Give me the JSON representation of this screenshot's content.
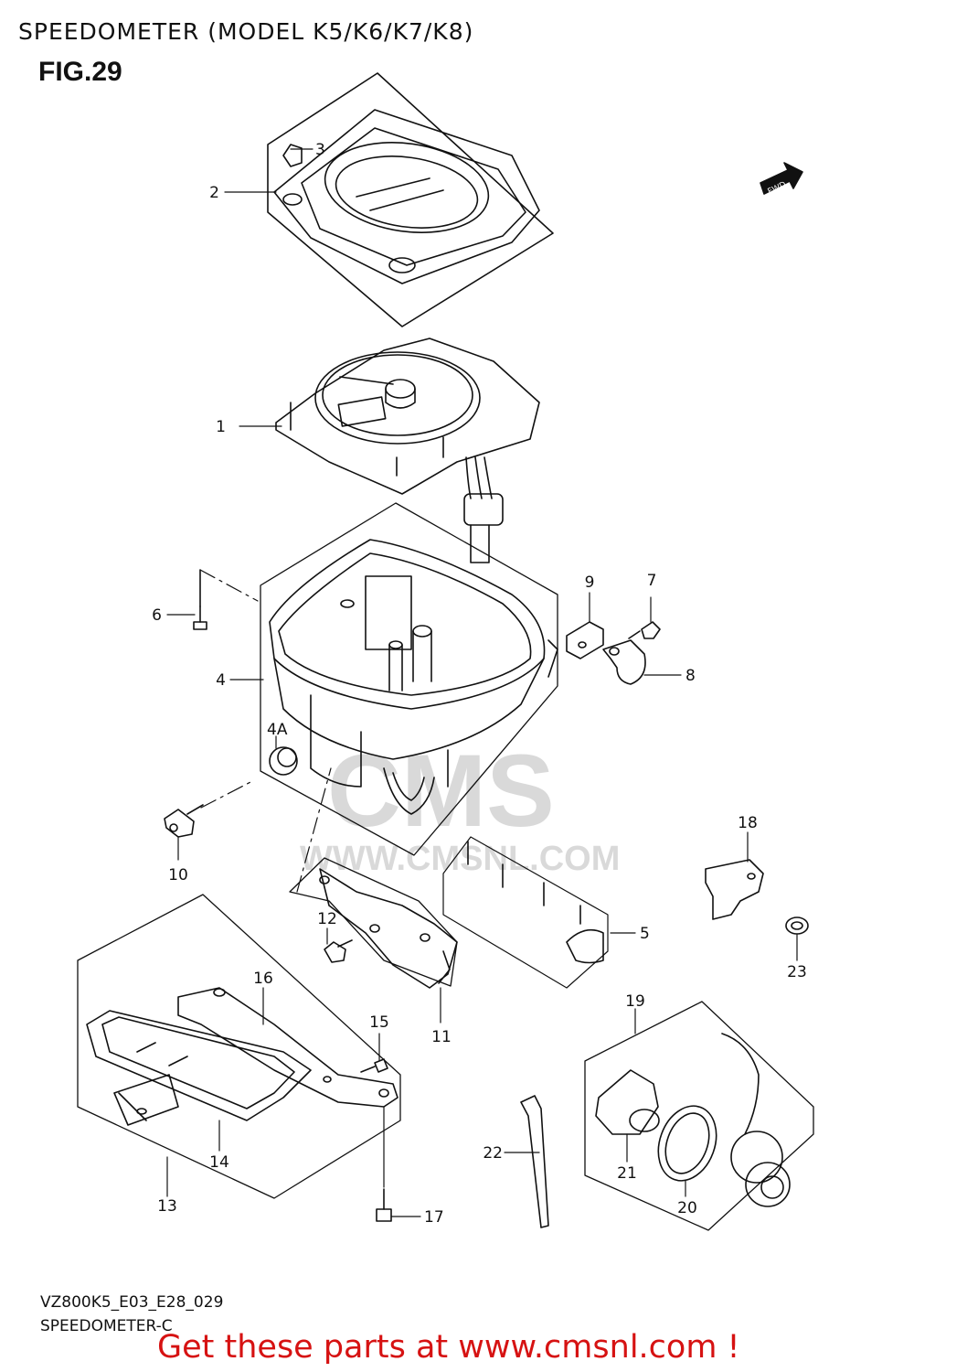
{
  "header": {
    "title": "SPEEDOMETER (MODEL K5/K6/K7/K8)",
    "fig": "FIG.29"
  },
  "direction_badge": "FWD",
  "callouts": [
    "1",
    "2",
    "3",
    "4",
    "4A",
    "5",
    "6",
    "7",
    "8",
    "9",
    "10",
    "11",
    "12",
    "13",
    "14",
    "15",
    "16",
    "17",
    "18",
    "19",
    "20",
    "21",
    "22",
    "23"
  ],
  "watermark": {
    "word": "CMS",
    "url": "WWW.CMSNL.COM"
  },
  "footer": {
    "code": "VZ800K5_E03_E28_029",
    "name": "SPEEDOMETER-C"
  },
  "banner": "Get these parts at www.cmsnl.com !"
}
